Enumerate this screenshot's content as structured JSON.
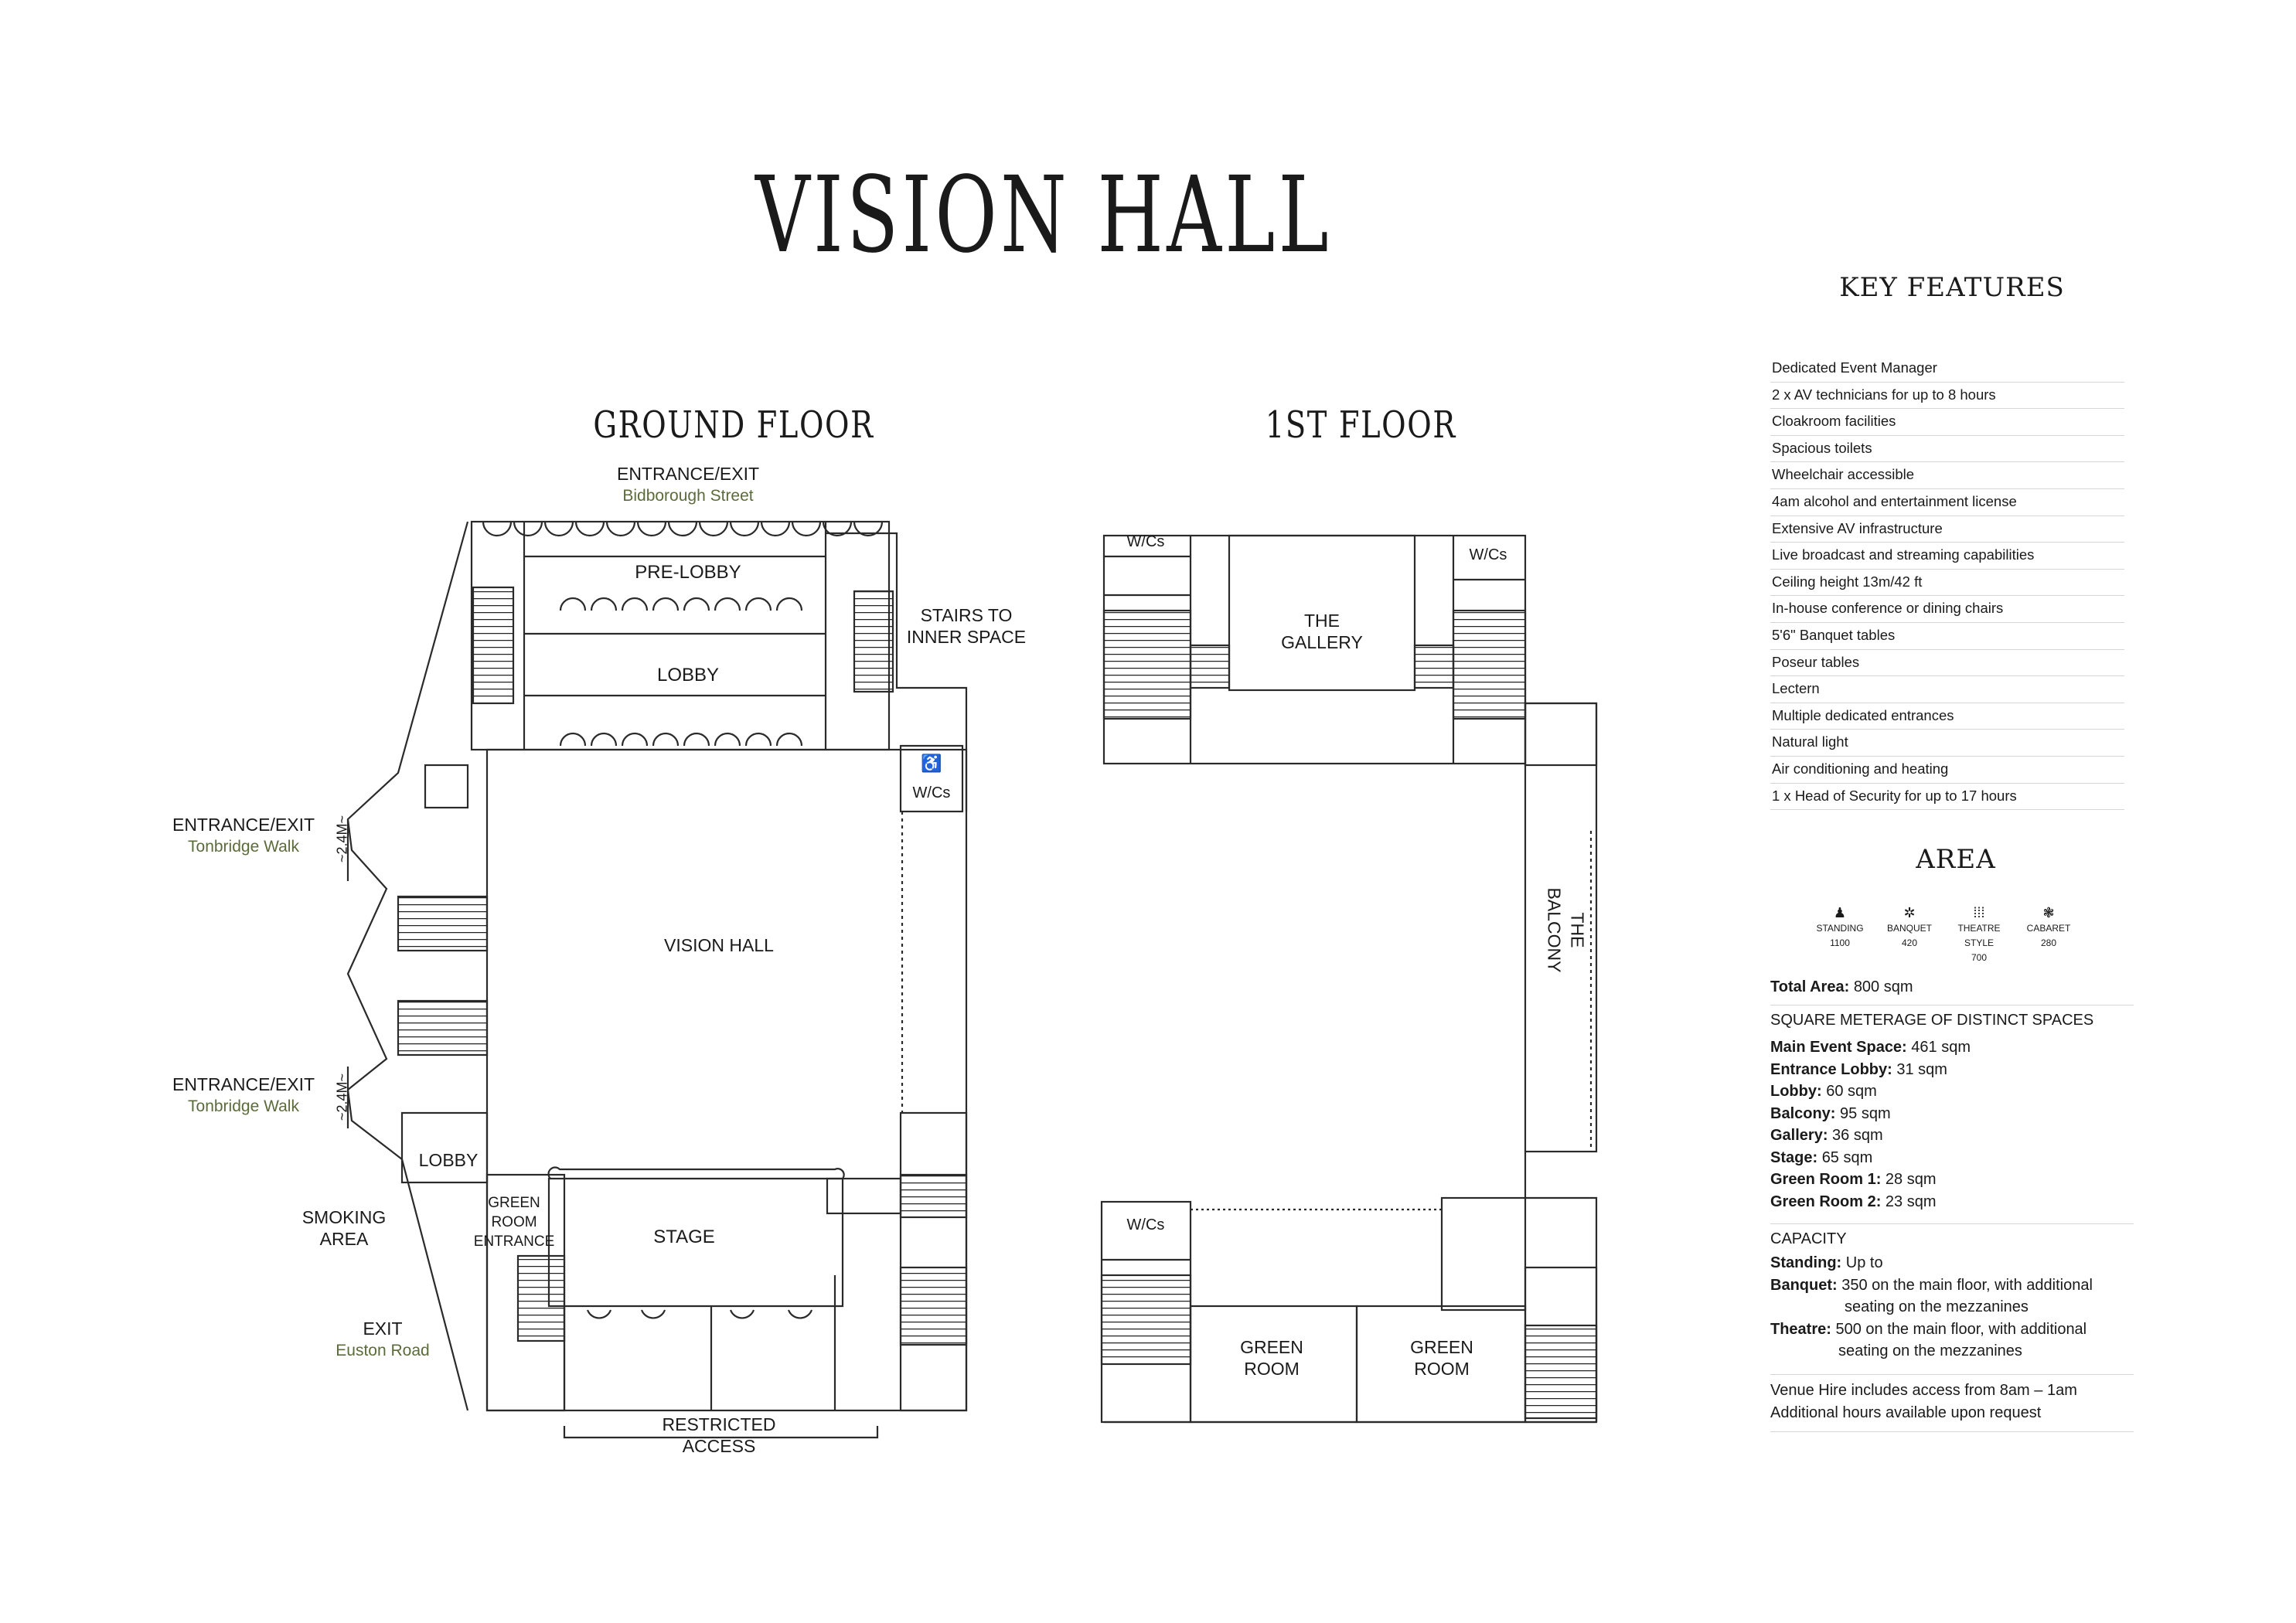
{
  "title": "VISION HALL",
  "ground_floor": {
    "title": "GROUND FLOOR",
    "labels": {
      "entrance_top": "ENTRANCE/EXIT",
      "entrance_top_street": "Bidborough Street",
      "pre_lobby": "PRE-LOBBY",
      "lobby": "LOBBY",
      "stairs_line1": "STAIRS TO",
      "stairs_line2": "INNER SPACE",
      "wcs": "W/Cs",
      "entrance_left1": "ENTRANCE/EXIT",
      "entrance_left1_street": "Tonbridge Walk",
      "entrance_left2": "ENTRANCE/EXIT",
      "entrance_left2_street": "Tonbridge Walk",
      "dim1": "~2.4M~",
      "dim2": "~2.4M~",
      "vision_hall": "VISION HALL",
      "lobby_small": "LOBBY",
      "smoking1": "SMOKING",
      "smoking2": "AREA",
      "green1": "GREEN",
      "green2": "ROOM",
      "green3": "ENTRANCE",
      "stage": "STAGE",
      "exit": "EXIT",
      "exit_street": "Euston Road",
      "restricted1": "RESTRICTED",
      "restricted2": "ACCESS"
    }
  },
  "first_floor": {
    "title": "1ST FLOOR",
    "labels": {
      "wcs_left": "W/Cs",
      "wcs_right": "W/Cs",
      "gallery1": "THE",
      "gallery2": "GALLERY",
      "balcony1": "THE",
      "balcony2": "BALCONY",
      "wcs_bottom": "W/Cs",
      "green_room_a1": "GREEN",
      "green_room_a2": "ROOM",
      "green_room_b1": "GREEN",
      "green_room_b2": "ROOM"
    }
  },
  "key_features": {
    "heading": "KEY FEATURES",
    "items": [
      "Dedicated Event Manager",
      "2 x AV technicians for up to 8 hours",
      "Cloakroom facilities",
      "Spacious toilets",
      "Wheelchair accessible",
      "4am alcohol and entertainment license",
      "Extensive AV infrastructure",
      "Live broadcast and streaming capabilities",
      "Ceiling height 13m/42 ft",
      "In-house conference or dining chairs",
      "5'6\" Banquet tables",
      "Poseur tables",
      "Lectern",
      "Multiple dedicated entrances",
      "Natural light",
      "Air conditioning and heating",
      "1 x Head of Security for up to 17 hours"
    ]
  },
  "area": {
    "heading": "AREA",
    "capacities": [
      {
        "icon": "standing-icon",
        "glyph": "♟",
        "label": "STANDING",
        "value": "1100"
      },
      {
        "icon": "banquet-icon",
        "glyph": "✲",
        "label": "BANQUET",
        "value": "420"
      },
      {
        "icon": "theatre-icon",
        "glyph": "⁞⁞⁞",
        "label": "THEATRE STYLE",
        "value": "700"
      },
      {
        "icon": "cabaret-icon",
        "glyph": "❃",
        "label": "CABARET",
        "value": "280"
      }
    ],
    "total_label": "Total Area:",
    "total_value": "800 sqm",
    "square_heading": "SQUARE METERAGE OF DISTINCT SPACES",
    "spaces": [
      {
        "label": "Main Event Space:",
        "value": "461 sqm"
      },
      {
        "label": "Entrance Lobby:",
        "value": "31 sqm"
      },
      {
        "label": "Lobby:",
        "value": "60 sqm"
      },
      {
        "label": "Balcony:",
        "value": "95 sqm"
      },
      {
        "label": "Gallery:",
        "value": "36 sqm"
      },
      {
        "label": "Stage:",
        "value": "65 sqm"
      },
      {
        "label": "Green Room 1:",
        "value": "28 sqm"
      },
      {
        "label": "Green Room 2:",
        "value": "23 sqm"
      }
    ],
    "capacity_heading": "CAPACITY",
    "capacity": {
      "standing_label": "Standing:",
      "standing_value": "Up to",
      "banquet_label": "Banquet:",
      "banquet_value1": "350 on the main floor, with additional",
      "banquet_value2": "seating on the mezzanines",
      "theatre_label": "Theatre:",
      "theatre_value1": "500 on the main floor, with additional",
      "theatre_value2": "seating on the mezzanines"
    },
    "venue_hire1": "Venue Hire includes access from 8am – 1am",
    "venue_hire2": "Additional hours available upon request"
  }
}
